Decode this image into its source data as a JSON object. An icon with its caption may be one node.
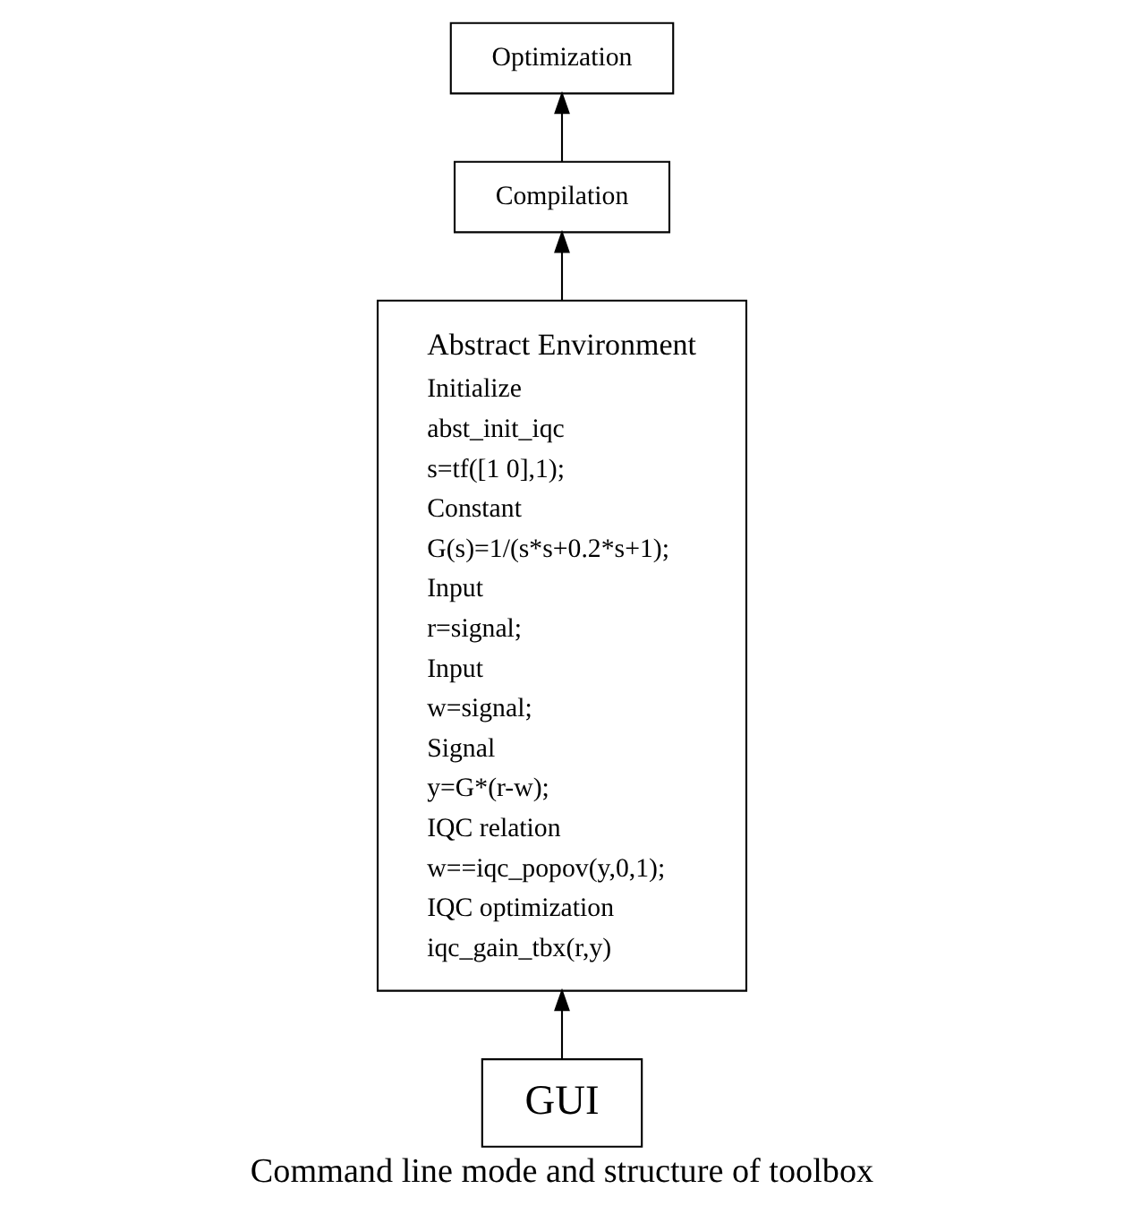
{
  "diagram": {
    "caption": "Command line mode and structure of toolbox",
    "nodes": [
      {
        "text": [
          "Optimization"
        ]
      },
      {
        "text": [
          "Compilation"
        ]
      },
      {
        "text": [
          "Abstract Environment",
          "Initialize",
          "abst_init_iqc",
          "s=tf([1 0],1);",
          "Constant",
          "G(s)=1/(s*s+0.2*s+1);",
          "Input",
          "r=signal;",
          "Input",
          "w=signal;",
          "Signal",
          "y=G*(r-w);",
          "IQC relation",
          "w==iqc_popov(y,0,1);",
          "IQC optimization",
          "iqc_gain_tbx(r,y)"
        ]
      },
      {
        "text": [
          "GUI"
        ]
      }
    ],
    "edges": [
      {
        "from": 3,
        "to": 2,
        "arrow": "to"
      },
      {
        "from": 2,
        "to": 1,
        "arrow": "to"
      },
      {
        "from": 1,
        "to": 0,
        "arrow": "to"
      }
    ]
  }
}
